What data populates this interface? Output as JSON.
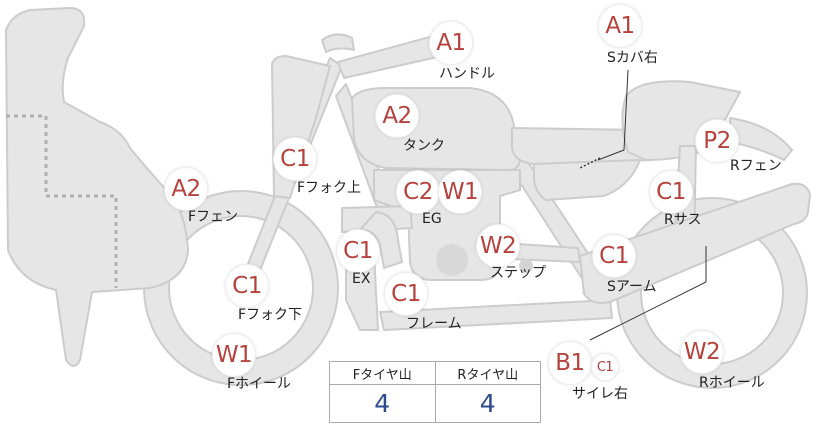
{
  "colors": {
    "body_fill": "#e6e6e6",
    "body_stroke": "#cccccc",
    "badge_text": "#b5423c",
    "value_text": "#2c4a8c",
    "dash": "#b0b0b0"
  },
  "parts": [
    {
      "key": "handle",
      "badges": [
        "A1"
      ],
      "label": "ハンドル"
    },
    {
      "key": "side-cover-r",
      "badges": [
        "A1"
      ],
      "label": "Sカバ右"
    },
    {
      "key": "tank",
      "badges": [
        "A2"
      ],
      "label": "タンク"
    },
    {
      "key": "rear-fender",
      "badges": [
        "P2"
      ],
      "label": "Rフェン"
    },
    {
      "key": "fork-upper",
      "badges": [
        "C1"
      ],
      "label": "Fフォク上"
    },
    {
      "key": "engine",
      "badges": [
        "C2",
        "W1"
      ],
      "label": "EG"
    },
    {
      "key": "front-fender",
      "badges": [
        "A2"
      ],
      "label": "Fフェン"
    },
    {
      "key": "rear-sus",
      "badges": [
        "C1"
      ],
      "label": "Rサス"
    },
    {
      "key": "exhaust",
      "badges": [
        "C1"
      ],
      "label": "EX"
    },
    {
      "key": "step",
      "badges": [
        "W2"
      ],
      "label": "ステップ"
    },
    {
      "key": "swing-arm",
      "badges": [
        "C1"
      ],
      "label": "Sアーム"
    },
    {
      "key": "fork-lower",
      "badges": [
        "C1"
      ],
      "label": "Fフォク下"
    },
    {
      "key": "frame",
      "badges": [
        "C1"
      ],
      "label": "フレーム"
    },
    {
      "key": "front-wheel",
      "badges": [
        "W1"
      ],
      "label": "Fホイール"
    },
    {
      "key": "silencer-r",
      "badges": [
        "B1",
        "C1"
      ],
      "label": "サイレ右"
    },
    {
      "key": "rear-wheel",
      "badges": [
        "W2"
      ],
      "label": "Rホイール"
    }
  ],
  "tread": {
    "headers": [
      "Fタイヤ山",
      "Rタイヤ山"
    ],
    "values": [
      "4",
      "4"
    ]
  }
}
